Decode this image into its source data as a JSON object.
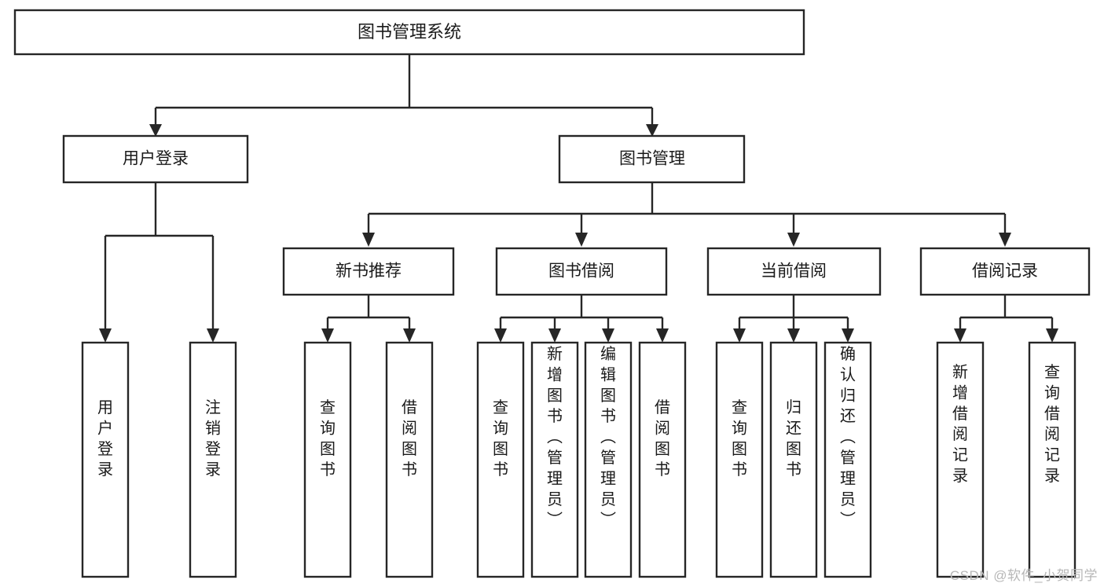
{
  "diagram": {
    "title": "图书管理系统",
    "type": "tree-hierarchy",
    "colors": {
      "background": "#ffffff",
      "stroke": "#262626",
      "node_fill": "#ffffff",
      "text": "#1a1a1a",
      "watermark": "#b7b7b7"
    },
    "root": {
      "label": "图书管理系统"
    },
    "level2": [
      {
        "label": "用户登录"
      },
      {
        "label": "图书管理"
      }
    ],
    "level3": [
      {
        "label": "新书推荐"
      },
      {
        "label": "图书借阅"
      },
      {
        "label": "当前借阅"
      },
      {
        "label": "借阅记录"
      }
    ],
    "leaves": {
      "user_login": [
        {
          "label": "用户登录"
        },
        {
          "label": "注销登录"
        }
      ],
      "new_book": [
        {
          "label": "查询图书"
        },
        {
          "label": "借阅图书"
        }
      ],
      "book_borrow": [
        {
          "label": "查询图书"
        },
        {
          "label": "新增图书（管理员）"
        },
        {
          "label": "编辑图书（管理员）"
        },
        {
          "label": "借阅图书"
        }
      ],
      "current_borrow": [
        {
          "label": "查询图书"
        },
        {
          "label": "归还图书"
        },
        {
          "label": "确认归还（管理员）"
        }
      ],
      "borrow_record": [
        {
          "label": "新增借阅记录"
        },
        {
          "label": "查询借阅记录"
        }
      ]
    }
  },
  "watermark": {
    "text": "CSDN @软件_小贺同学"
  }
}
